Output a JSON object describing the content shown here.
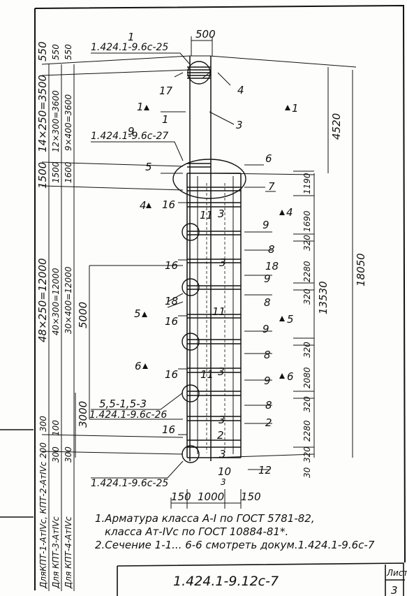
{
  "top_width": "500",
  "refs": {
    "r1": "1.424.1-9.6c-25",
    "r9": "1.424.1-9.6c-27",
    "r5": "1.424.1-9.6c-26",
    "r3": "1.424.1-9.6c-25"
  },
  "marks": {
    "m1": "1",
    "m4": "4",
    "m17": "17",
    "m1b": "1",
    "m3": "3",
    "m9": "9",
    "m6": "6",
    "m5": "5",
    "m7": "7",
    "m16a": "16",
    "m11a": "11",
    "m3a": "3",
    "m9a": "9",
    "m8a": "8",
    "m3b": "3",
    "m18a": "18",
    "m16b": "16",
    "m9b": "9",
    "m18b": "18",
    "m8b": "8",
    "m16c": "16",
    "m11b": "11",
    "m9c": "9",
    "m8c": "8",
    "m16d": "16",
    "m11c": "11",
    "m3c": "3",
    "m9d": "9",
    "m553": "5,5-1,5-3",
    "m8d": "8",
    "m3d": "3",
    "m2a": "2",
    "m16e": "16",
    "m2b": "2",
    "m3e": "3",
    "m10": "10",
    "m12": "12",
    "m3f": "3"
  },
  "sections": {
    "s1l": "1",
    "s1r": "1",
    "s4l": "4",
    "s4r": "4",
    "s5l": "5",
    "s5r": "5",
    "s6l": "6",
    "s6r": "6"
  },
  "dims_right": {
    "d4520": "4520",
    "d1190": "1190",
    "d1690": "1690",
    "d320a": "320",
    "d2280a": "2280",
    "d320b": "320",
    "d13530": "13530",
    "d18050": "18050",
    "d320c": "320",
    "d2080": "2080",
    "d320d": "320",
    "d2280b": "2280",
    "d320e": "320",
    "d30": "30"
  },
  "dims_left": {
    "c1_top": "550",
    "c1_mid": "14×250=3500",
    "c1_b": "1500",
    "c1_main": "48×250=12000",
    "c1_low": "300",
    "c1_bot": "200",
    "c1_label": "ДляКПТ-1-АтIVc, КПТ-2-АтIVc",
    "c2_top": "550",
    "c2_mid": "12×300=3600",
    "c2_b": "1500",
    "c2_main": "40×300=12000",
    "c2_low": "100",
    "c2_bot": "300",
    "c2_label": "Для КПТ-3-АтIVc",
    "c3_top": "550",
    "c3_mid": "9×400=3600",
    "c3_b": "1600",
    "c3_main": "30×400=12000",
    "c3_bot": "300",
    "c3_label": "Для КПТ-4-АтIVc",
    "d5000": "5000",
    "d3000": "3000"
  },
  "dims_bottom": {
    "b150a": "150",
    "b1000": "1000",
    "b150b": "150"
  },
  "notes": {
    "n1a": "1.Арматура класса А-I по ГОСТ 5781-82,",
    "n1b": "класса Ат-IVc по ГОСТ 10884-81*.",
    "n2": "2.Сечение 1-1... 6-6 смотреть докум.1.424.1-9.6c-7"
  },
  "stamp": {
    "code": "1.424.1-9.12c-7",
    "sheet_label": "Лист",
    "sheet_no": "3"
  }
}
